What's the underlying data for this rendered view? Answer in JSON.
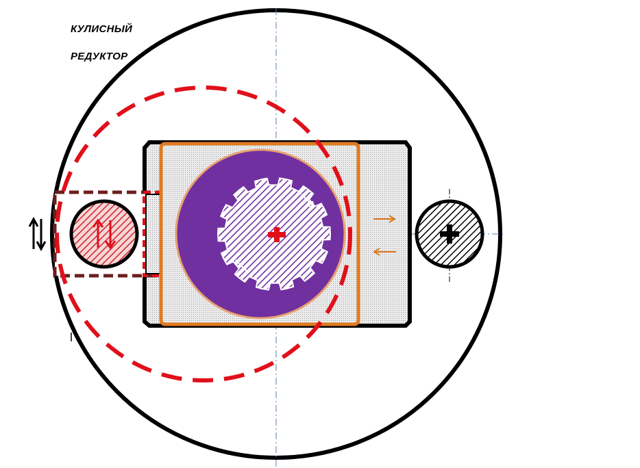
{
  "title": {
    "line1": "КУЛИСНЫЙ",
    "line2": "РЕДУКТОР"
  },
  "colors": {
    "outline": "#000000",
    "red": "#e0101a",
    "dark_red": "#6b1f1f",
    "orange": "#e07a20",
    "purple": "#7030a0",
    "gray_fill": "#d9d9d9",
    "axis": "#5b7fa8"
  },
  "icons": {
    "left_shaft_mark": "double-vertical-arrows",
    "right_shaft_mark": "plus-crosshair",
    "center_mark": "red-plus-crosshair",
    "left_side_mark": "up-down-arrows",
    "slider_motion": "left-right-arrows"
  }
}
